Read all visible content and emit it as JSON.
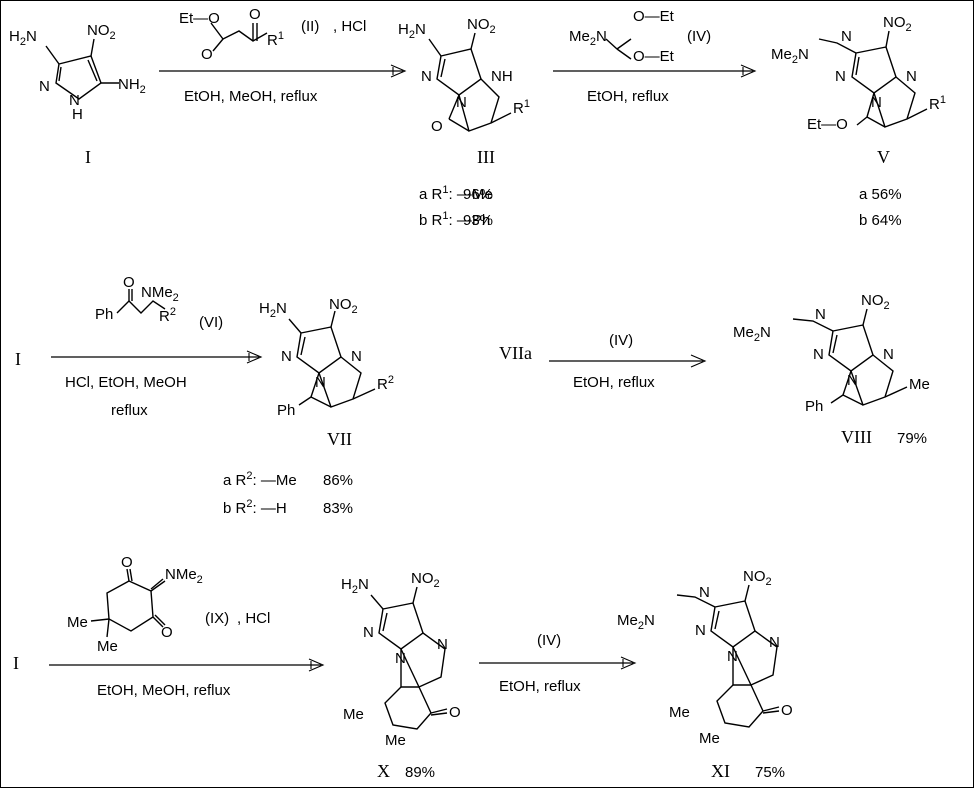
{
  "row1": {
    "arrow1": {
      "reagent_code": "(II)",
      "acid": ", HCl",
      "conditions": "EtOH, MeOH,   reflux",
      "reagent_top": "Et—O",
      "r1": "R",
      "sup": "1"
    },
    "arrow2": {
      "reagent_code": "(IV)",
      "conditions": "EtOH,   reflux",
      "me2n": "Me2N",
      "oet1": "O—Et",
      "oet2": "O—Et"
    },
    "labels": {
      "c1": "I",
      "c3": "III",
      "c5": "V"
    },
    "yields3": [
      {
        "key": "a",
        "r": "R",
        "sup": "1",
        "sub": ": —Me",
        "yield": "96%"
      },
      {
        "key": "b",
        "r": "R",
        "sup": "1",
        "sub": ": —Ph",
        "yield": "93%"
      }
    ],
    "yields5": [
      {
        "text": "a  56%"
      },
      {
        "text": "b  64%"
      }
    ]
  },
  "row2": {
    "start": "I",
    "arrow3": {
      "reagent_code": "(VI)",
      "cond1": "HCl,  EtOH, MeOH",
      "cond2": "reflux",
      "ph": "Ph",
      "nme2": "NMe2",
      "r2": "R",
      "sup": "2"
    },
    "arrow4": {
      "start": "VIIa",
      "reagent_code": "(IV)",
      "conditions": "EtOH,   reflux"
    },
    "labels": {
      "c7": "VII",
      "c8": "VIII",
      "c8_yield": "79%"
    },
    "yields7": [
      {
        "key": "a",
        "r": "R",
        "sup": "2",
        "sub": ": —Me",
        "yield": "86%"
      },
      {
        "key": "b",
        "r": "R",
        "sup": "2",
        "sub": ": —H",
        "yield": "83%"
      }
    ]
  },
  "row3": {
    "start": "I",
    "arrow5": {
      "reagent_code": "(IX)",
      "acid": ", HCl",
      "conditions": "EtOH, MeOH,   reflux",
      "nme2": "NMe2",
      "me": "Me"
    },
    "arrow6": {
      "reagent_code": "(IV)",
      "conditions": "EtOH,   reflux"
    },
    "labels": {
      "c10": "X",
      "c10_yield": "89%",
      "c11": "XI",
      "c11_yield": "75%"
    }
  },
  "atoms": {
    "h2n": "H2N",
    "no2": "NO2",
    "nh2": "NH2",
    "n": "N",
    "h": "H",
    "nh": "NH",
    "o": "O",
    "me": "Me",
    "et_o": "Et—O",
    "ph": "Ph",
    "me2n": "Me2N",
    "r": "R"
  }
}
